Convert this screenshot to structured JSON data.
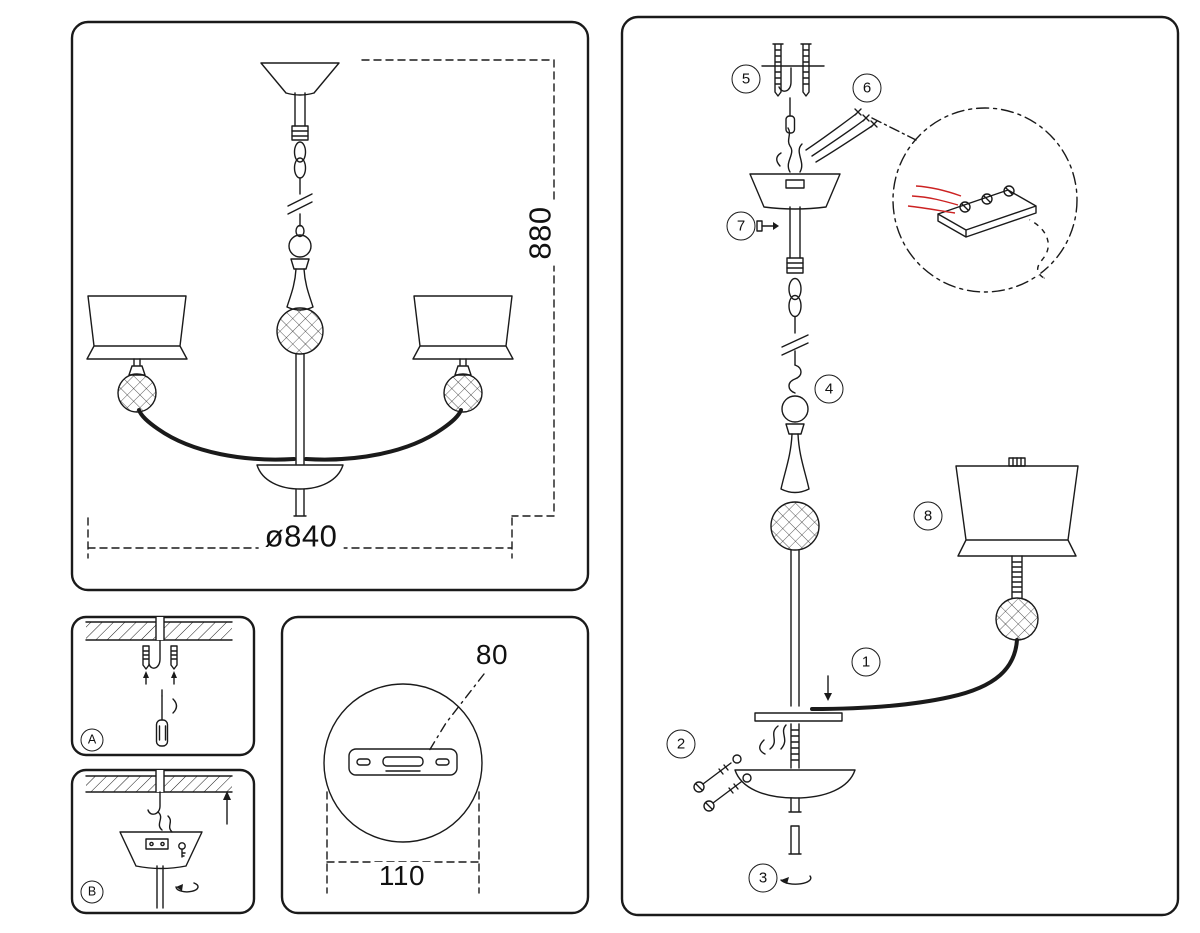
{
  "overview": {
    "height_dim": "880",
    "diameter_dim": "ø840"
  },
  "plate": {
    "slot_dim": "80",
    "length_dim": "110"
  },
  "sub_panels": {
    "a_label": "A",
    "b_label": "B"
  },
  "steps": {
    "s1": "1",
    "s2": "2",
    "s3": "3",
    "s4": "4",
    "s5": "5",
    "s6": "6",
    "s7": "7",
    "s8": "8"
  },
  "colors": {
    "line": "#1a1a1a",
    "wire_accent": "#cc2222",
    "background": "#ffffff"
  }
}
